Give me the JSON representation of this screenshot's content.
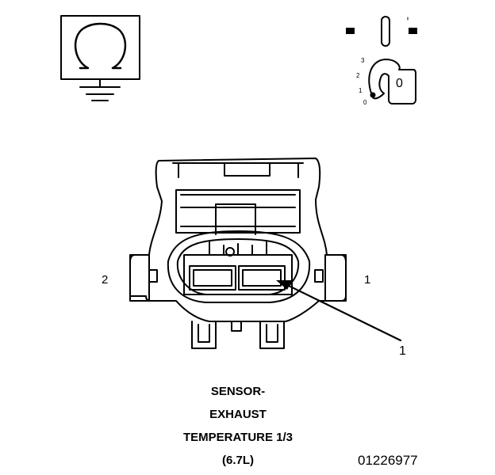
{
  "ohmmeter": {
    "symbol": "Ω",
    "icon": "ohm-meter-icon"
  },
  "ignition": {
    "icon": "ignition-key-icon",
    "positions": [
      "3",
      "2",
      "1",
      "0"
    ],
    "key_label": "0"
  },
  "connector": {
    "pin_left_label": "2",
    "pin_right_label": "1",
    "callout_label": "1"
  },
  "caption": {
    "line1": "SENSOR-",
    "line2": "EXHAUST",
    "line3": "TEMPERATURE 1/3",
    "line4": "(6.7L)"
  },
  "figure_id": "01226977",
  "colors": {
    "line": "#000000",
    "background": "#ffffff"
  }
}
